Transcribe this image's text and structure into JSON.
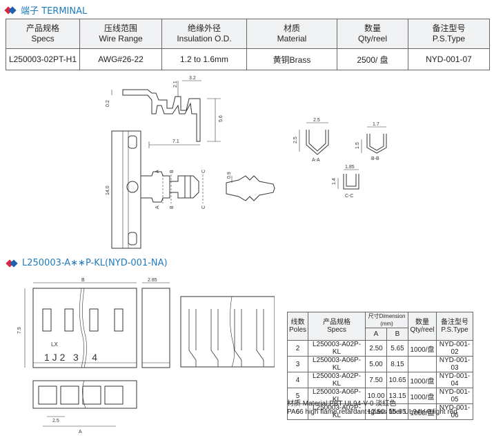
{
  "section1": {
    "title": "端子 TERMINAL"
  },
  "spec_table": {
    "headers": [
      {
        "cn": "产品规格",
        "en": "Specs"
      },
      {
        "cn": "压线范围",
        "en": "Wire Range"
      },
      {
        "cn": "绝缘外径",
        "en": "Insulation O.D."
      },
      {
        "cn": "材质",
        "en": "Material"
      },
      {
        "cn": "数量",
        "en": "Qty/reel"
      },
      {
        "cn": "备注型号",
        "en": "P.S.Type"
      }
    ],
    "row": [
      "L250003-02PT-H1",
      "AWG#26-22",
      "1.2 to 1.6mm",
      "黄铜Brass",
      "2500/ 盘",
      "NYD-001-07"
    ]
  },
  "terminal_drawing": {
    "dims": {
      "d02": "0.2",
      "d21": "2.1",
      "d32": "3.2",
      "d56": "5.6",
      "d71": "7.1",
      "d140": "14.0",
      "d09": "0.9"
    },
    "section_marks": {
      "a": "A",
      "b": "B",
      "c": "C"
    }
  },
  "sections": {
    "aa": {
      "label": "A-A",
      "w": "2.5",
      "h": "2.5"
    },
    "bb": {
      "label": "B-B",
      "w": "1.7",
      "h": "1.5"
    },
    "cc": {
      "label": "C-C",
      "w": "1.85",
      "h": "1.4"
    }
  },
  "section2": {
    "title": "L250003-A∗∗P-KL(NYD-001-NA)"
  },
  "housing_drawing": {
    "dims": {
      "b": "B",
      "d285": "2.85",
      "d79": "7.9",
      "d25": "2.5",
      "a": "A"
    },
    "face_text": {
      "lx": "LX",
      "nums": "1 J 2   3     4"
    }
  },
  "poles_table": {
    "headers": {
      "poles_cn": "线数",
      "poles_en": "Poles",
      "specs_cn": "产品规格",
      "specs_en": "Specs",
      "dim": "尺寸Dimension (mm)",
      "a": "A",
      "b": "B",
      "qty_cn": "数量",
      "qty_en": "Qty/reel",
      "type_cn": "备注型号",
      "type_en": "P.S.Type"
    },
    "rows": [
      [
        "2",
        "L250003-A02P-KL",
        "2.50",
        "5.65",
        "1000/盘",
        "NYD-001-02"
      ],
      [
        "3",
        "L250003-A06P-KL",
        "5.00",
        "8.15",
        "",
        "NYD-001-03"
      ],
      [
        "4",
        "L250003-A02P-KL",
        "7.50",
        "10.65",
        "1000/盘",
        "NYD-001-04"
      ],
      [
        "5",
        "L250003-A06P-KL",
        "10.00",
        "13.15",
        "1000/盘",
        "NYD-001-05"
      ],
      [
        "6",
        "L250003-A02P-KL",
        "12.50",
        "15.65",
        "1000/盘",
        "NYD-001-06"
      ]
    ]
  },
  "material_note": {
    "line1": "材质 Material:PBT UL94-V-0 淡红色",
    "line2": "PA66 high flame retardant+glass fiber UL94V-0 light red"
  },
  "colors": {
    "accent_blue": "#1e7bbd",
    "accent_red": "#d7263d",
    "header_bg": "#f1f2f4"
  }
}
